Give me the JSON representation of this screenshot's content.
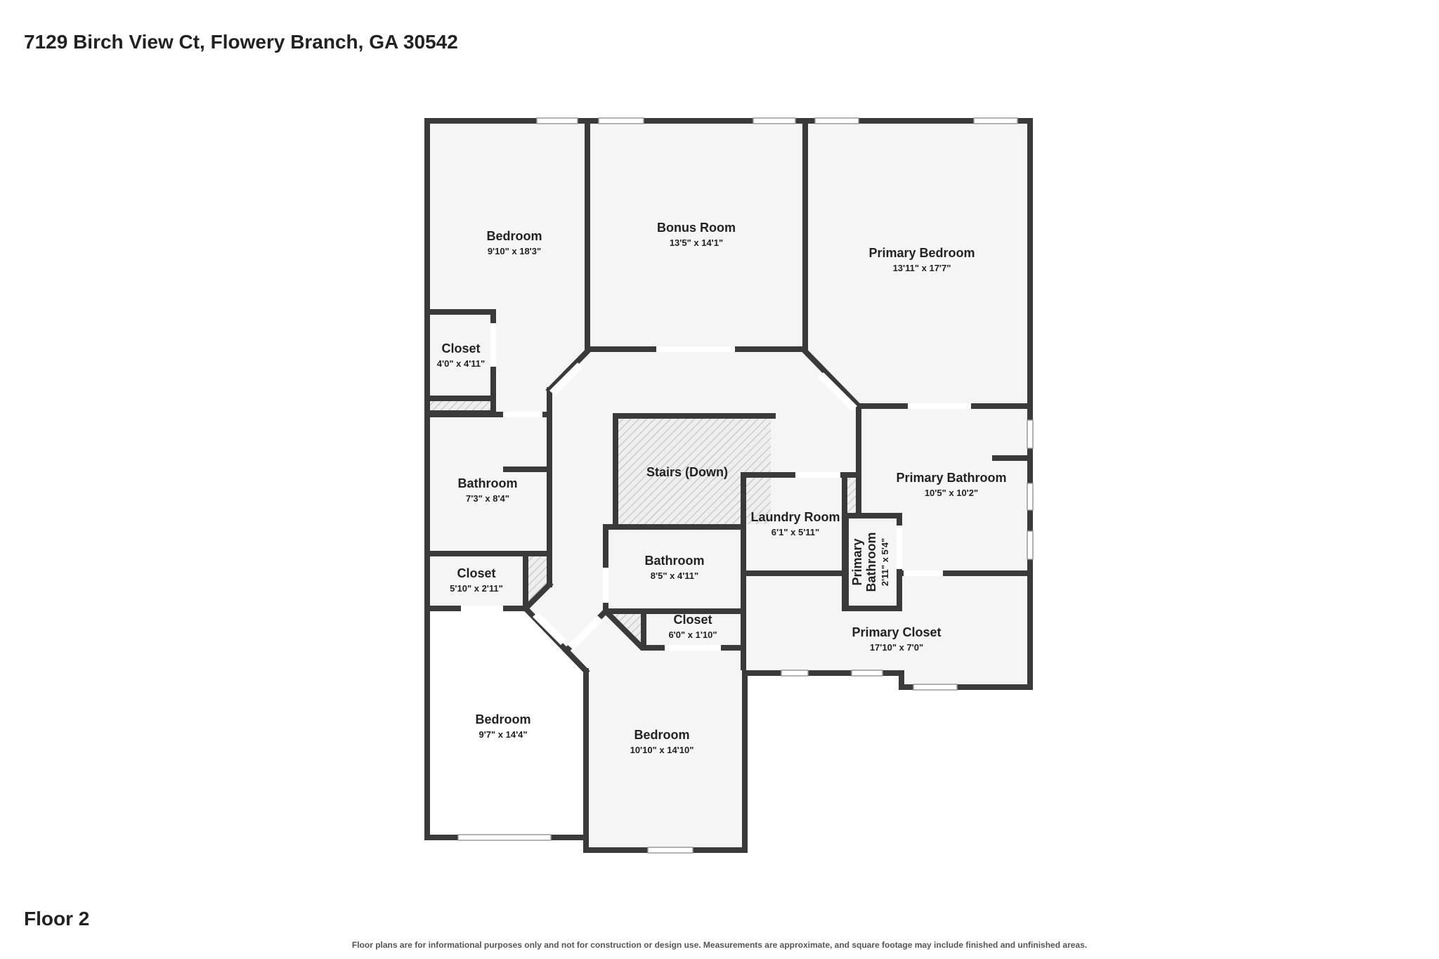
{
  "header": {
    "address": "7129 Birch View Ct, Flowery Branch, GA 30542"
  },
  "footer": {
    "floor_label": "Floor 2",
    "disclaimer": "Floor plans are for informational purposes only and not for construction or design use. Measurements are approximate, and square footage may include finished and unfinished areas."
  },
  "rooms": {
    "bedroom_nw": {
      "name": "Bedroom",
      "dims": "9'10\" x 18'3\""
    },
    "bonus_room": {
      "name": "Bonus Room",
      "dims": "13'5\" x 14'1\""
    },
    "primary_bedroom": {
      "name": "Primary Bedroom",
      "dims": "13'11\" x 17'7\""
    },
    "closet_nw": {
      "name": "Closet",
      "dims": "4'0\" x 4'11\""
    },
    "bathroom_w": {
      "name": "Bathroom",
      "dims": "7'3\" x 8'4\""
    },
    "stairs": {
      "name": "Stairs (Down)"
    },
    "primary_bathroom": {
      "name": "Primary Bathroom",
      "dims": "10'5\" x 10'2\""
    },
    "laundry_room": {
      "name": "Laundry Room",
      "dims": "6'1\" x 5'11\""
    },
    "primary_bathroom_small": {
      "name_line1": "Primary",
      "name_line2": "Bathroom",
      "dims": "2'11\" x 5'4\""
    },
    "closet_w": {
      "name": "Closet",
      "dims": "5'10\" x 2'11\""
    },
    "bathroom_center": {
      "name": "Bathroom",
      "dims": "8'5\" x 4'11\""
    },
    "closet_center": {
      "name": "Closet",
      "dims": "6'0\" x 1'10\""
    },
    "primary_closet": {
      "name": "Primary Closet",
      "dims": "17'10\" x 7'0\""
    },
    "bedroom_sw": {
      "name": "Bedroom",
      "dims": "9'7\" x 14'4\""
    },
    "bedroom_s": {
      "name": "Bedroom",
      "dims": "10'10\" x 14'10\""
    }
  },
  "colors": {
    "wall": "#3a3a3a",
    "floor": "#f5f5f5",
    "window": "#ffffff"
  }
}
